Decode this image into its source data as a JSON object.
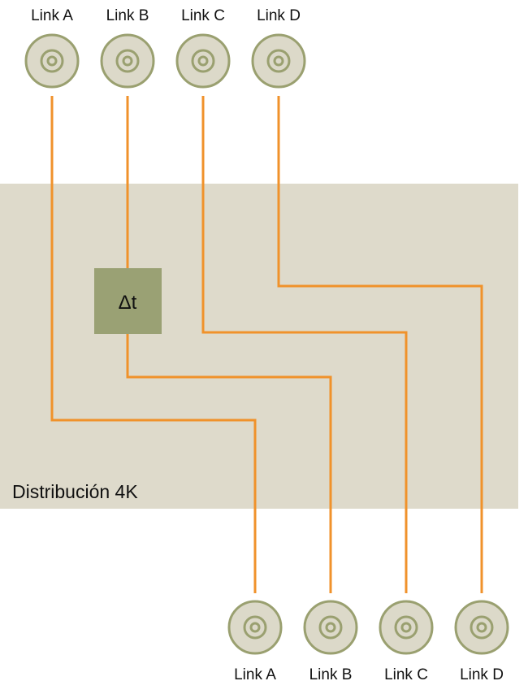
{
  "inputs": [
    {
      "label": "Link A"
    },
    {
      "label": "Link B"
    },
    {
      "label": "Link C"
    },
    {
      "label": "Link D"
    }
  ],
  "outputs": [
    {
      "label": "Link A"
    },
    {
      "label": "Link B"
    },
    {
      "label": "Link C"
    },
    {
      "label": "Link D"
    }
  ],
  "device": {
    "label": "Distribución 4K"
  },
  "delay_block": {
    "label": "Δt"
  },
  "colors": {
    "wire": "#f0922b",
    "device": "#dedacb",
    "delay": "#9aa174",
    "connector": "#9aa070"
  }
}
